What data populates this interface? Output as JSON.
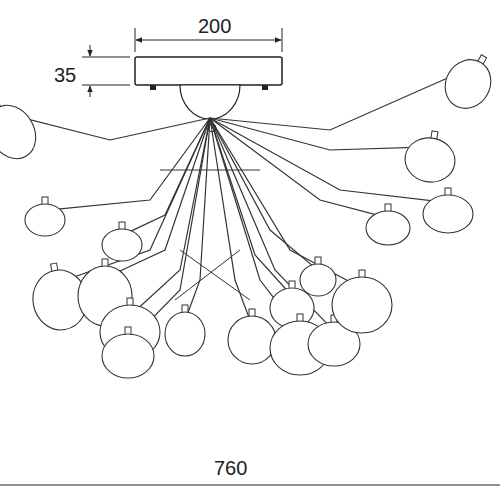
{
  "diagram": {
    "labels": [
      "200",
      "35",
      "760"
    ]
  }
}
